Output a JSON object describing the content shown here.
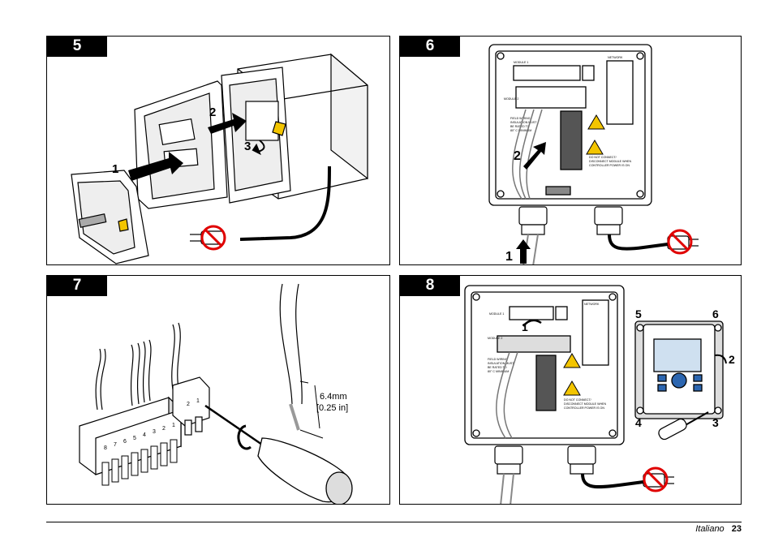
{
  "panels": {
    "p5": {
      "step": "5",
      "callouts": [
        "1",
        "2",
        "3"
      ]
    },
    "p6": {
      "step": "6",
      "callouts": [
        "2",
        "1"
      ],
      "board": {
        "network": "NETWORK",
        "module1": "MODULE 1",
        "module2": "MODULE 2"
      },
      "warning_field": [
        "FIELD WIRING",
        "INSULATION MUST",
        "BE RATED TO",
        "80° C MINIMUM"
      ],
      "warning_disconnect": [
        "DO NOT CONNECT/",
        "DISCONNECT MODULE WHEN",
        "CONTROLLER POWER IS ON"
      ]
    },
    "p7": {
      "step": "7",
      "strip_length": "6.4mm",
      "strip_length_in": "[0.25 in]",
      "pins_a": [
        "8",
        "7",
        "6",
        "5",
        "4",
        "3",
        "2",
        "1"
      ],
      "pins_b": [
        "2",
        "1"
      ]
    },
    "p8": {
      "step": "8",
      "callouts": [
        "1",
        "5",
        "6",
        "2",
        "4",
        "3"
      ],
      "board": {
        "network": "NETWORK",
        "module1": "MODULE 1",
        "module2": "MODULE 2"
      },
      "warning_field": [
        "FIELD WIRING",
        "INSULATION MUST",
        "BE RATED TO",
        "80° C MINIMUM"
      ],
      "warning_disconnect": [
        "DO NOT CONNECT/",
        "DISCONNECT MODULE WHEN",
        "CONTROLLER POWER IS ON"
      ]
    }
  },
  "footer": {
    "language": "Italiano",
    "page": "23"
  }
}
